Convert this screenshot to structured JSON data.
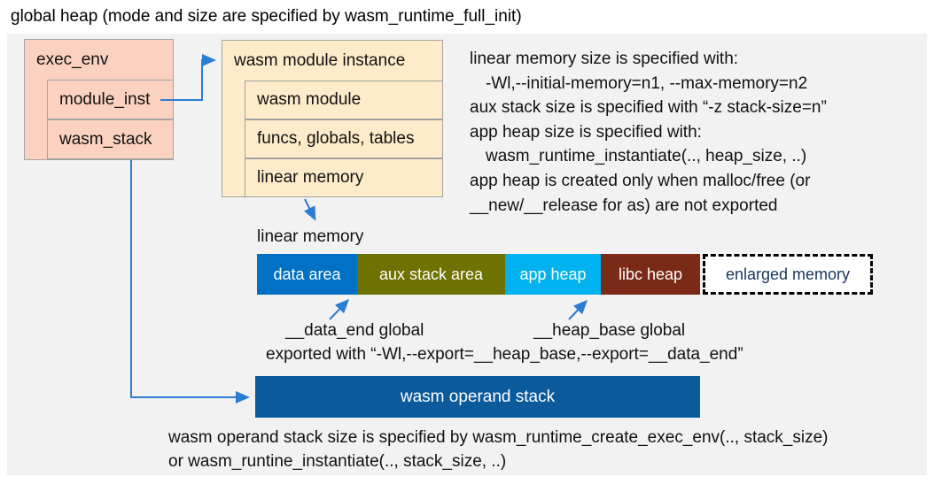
{
  "title": "global heap (mode and size are specified by wasm_runtime_full_init)",
  "exec_env": {
    "header": "exec_env",
    "rows": [
      "module_inst",
      "wasm_stack"
    ]
  },
  "module_instance": {
    "header": "wasm module instance",
    "rows": [
      "wasm module",
      "funcs, globals, tables",
      "linear memory"
    ]
  },
  "right_notes": {
    "lines": [
      "linear memory size is specified with:",
      "-Wl,--initial-memory=n1, --max-memory=n2",
      "aux stack size is specified with “-z stack-size=n”",
      "app heap size is specified with:",
      "wasm_runtime_instantiate(.., heap_size, ..)",
      "app heap is created only when malloc/free (or",
      "__new/__release for as) are not exported"
    ]
  },
  "linear_memory": {
    "label": "linear memory",
    "segments": [
      {
        "label": "data area",
        "color": "#0071c5"
      },
      {
        "label": "aux stack area",
        "color": "#6d7200"
      },
      {
        "label": "app heap",
        "color": "#00b2ef"
      },
      {
        "label": "libc heap",
        "color": "#7b2a18"
      },
      {
        "label": "enlarged memory",
        "color": "#ffffff",
        "border": "dashed"
      }
    ],
    "data_end_label": "__data_end global",
    "heap_base_label": "__heap_base global",
    "export_note": "exported with “-Wl,--export=__heap_base,--export=__data_end”"
  },
  "operand_stack": {
    "label": "wasm operand stack",
    "color": "#0b5a9c",
    "notes": [
      "wasm operand stack size is specified by wasm_runtime_create_exec_env(.., stack_size)",
      "or wasm_runtine_instantiate(.., stack_size, ..)"
    ]
  },
  "colors": {
    "exec_env_fill": "#fbd2c0",
    "module_instance_fill": "#fdebc9",
    "panel_background": "#f2f2f2",
    "connector": "#2b7cd3",
    "enlarged_memory_text": "#16365c"
  }
}
